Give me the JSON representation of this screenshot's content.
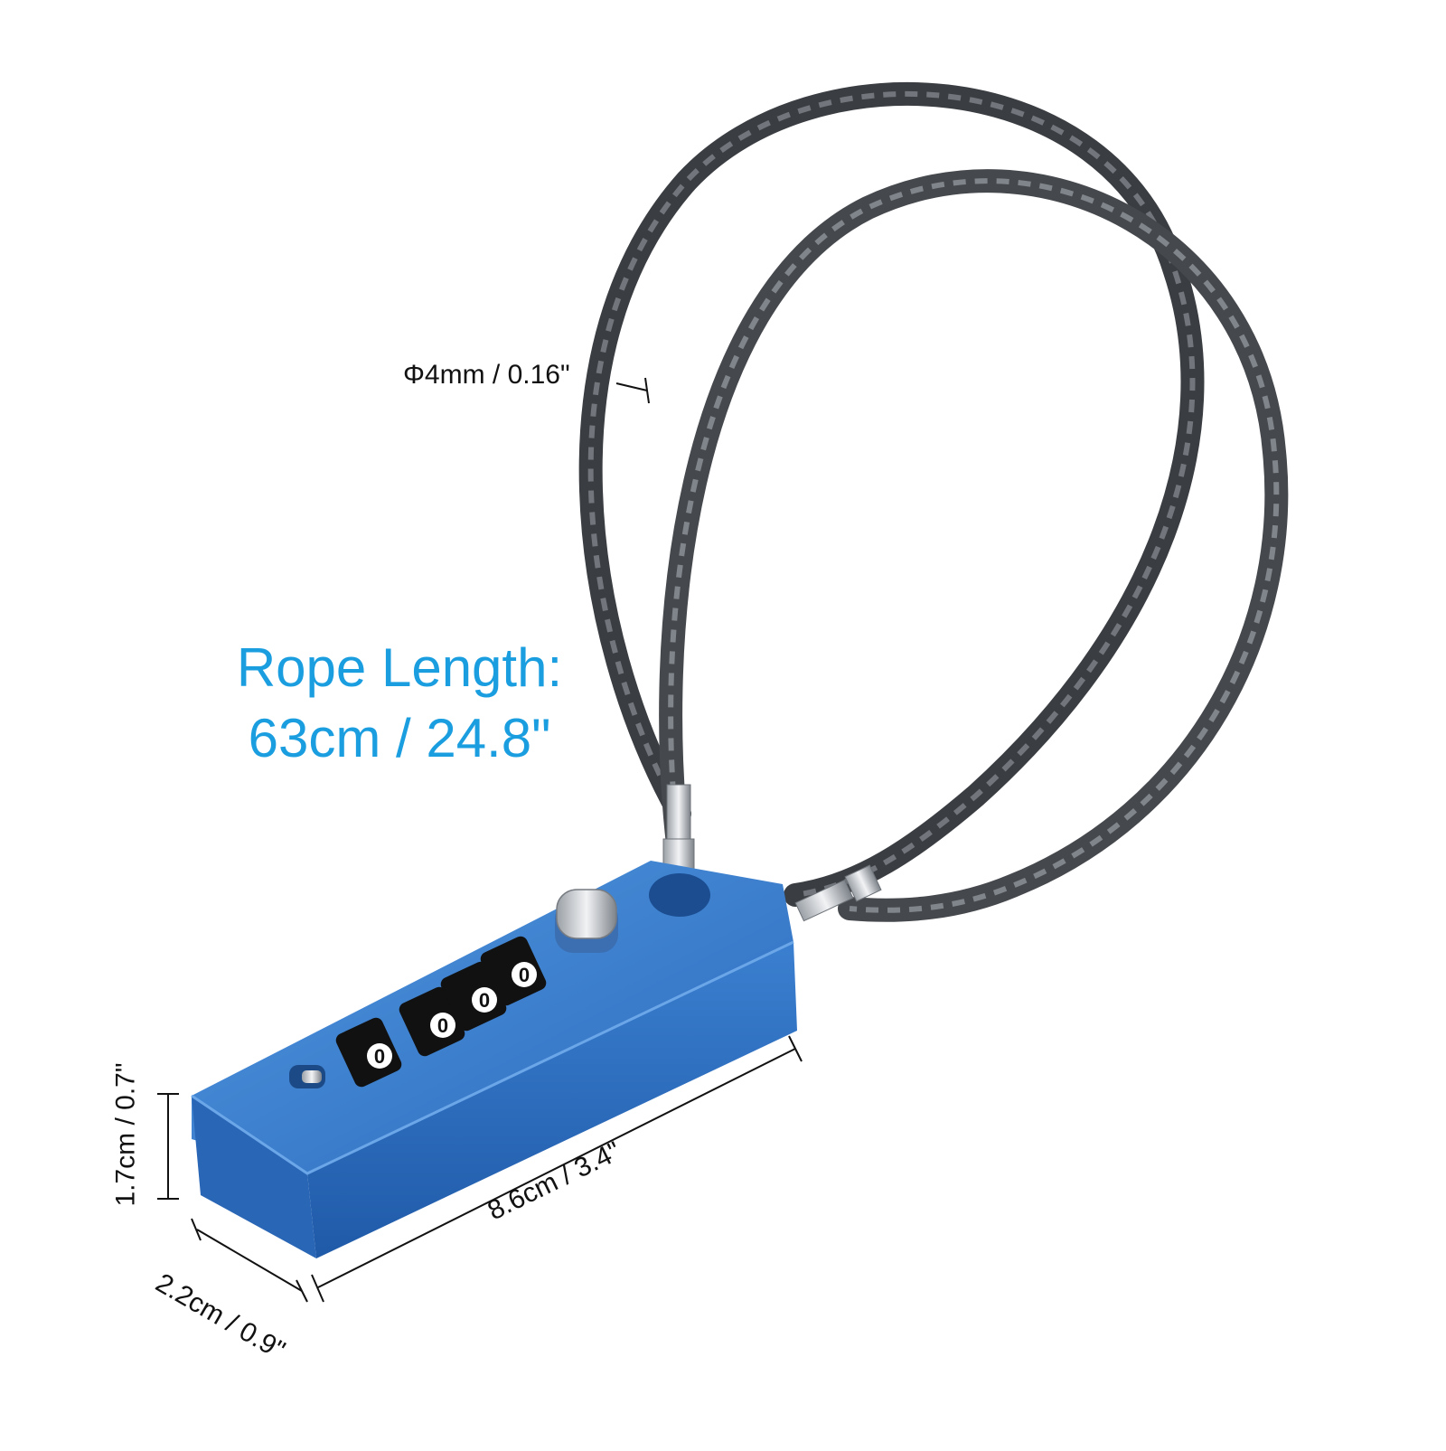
{
  "labels": {
    "rope_length_line1": "Rope Length:",
    "rope_length_line2": "63cm / 24.8\"",
    "cable_diameter": "Φ4mm / 0.16\"",
    "body_length": "8.6cm / 3.4\"",
    "body_height": "1.7cm / 0.7\"",
    "body_width": "2.2cm / 0.9\""
  },
  "dials": [
    "0",
    "0",
    "0",
    "0"
  ],
  "colors": {
    "accent_text": "#1a9ee0",
    "lock_body": "#2f6fc0",
    "cable": "#45484c",
    "dimension_lines": "#111111"
  }
}
